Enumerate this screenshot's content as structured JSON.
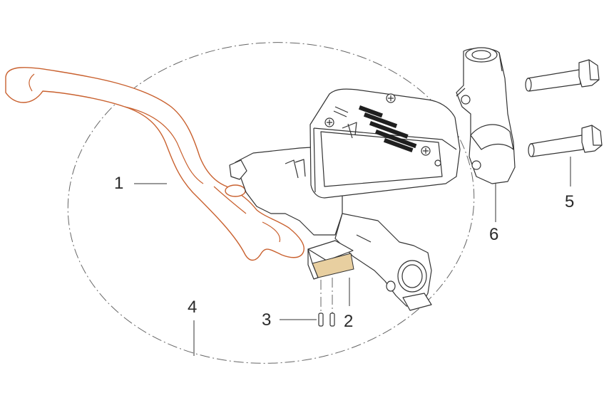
{
  "diagram": {
    "callouts": [
      {
        "id": "1",
        "label": "1"
      },
      {
        "id": "2",
        "label": "2"
      },
      {
        "id": "3",
        "label": "3"
      },
      {
        "id": "4",
        "label": "4"
      },
      {
        "id": "5",
        "label": "5"
      },
      {
        "id": "6",
        "label": "6"
      }
    ],
    "colors": {
      "lever": "#c9612f",
      "bracket_pad": "#e8cfa0",
      "outline": "#333333",
      "dash_circle": "#666666"
    }
  }
}
